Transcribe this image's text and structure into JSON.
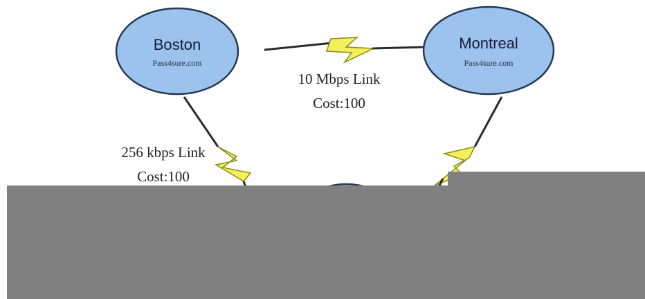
{
  "nodes": {
    "boston": {
      "name": "Boston",
      "sub": "Pass4sure.com"
    },
    "montreal": {
      "name": "Montreal",
      "sub": "Pass4sure.com"
    }
  },
  "links": {
    "boston_montreal": {
      "speed": "10 Mbps Link",
      "cost": "Cost:100"
    },
    "boston_bottom": {
      "speed": "256 kbps Link",
      "cost": "Cost:100"
    }
  },
  "colors": {
    "node_fill": "#9cc3ee",
    "node_stroke": "#24384f",
    "bolt_fill": "#f4f05a",
    "bolt_stroke": "#8a8a1c",
    "overlay": "#808080"
  }
}
